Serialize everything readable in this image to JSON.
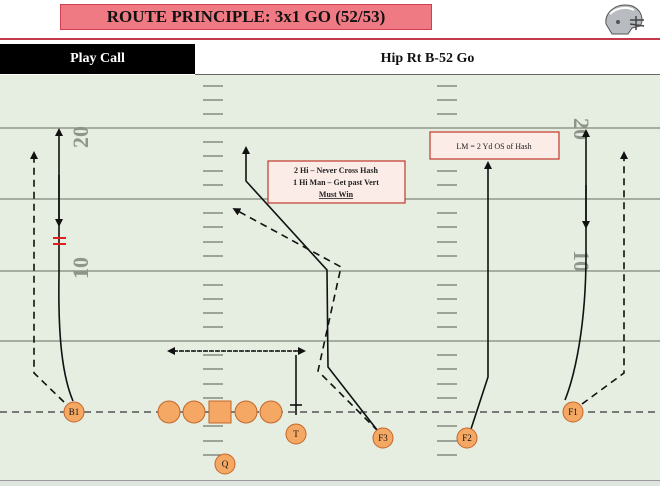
{
  "header": {
    "title": "ROUTE PRINCIPLE: 3x1 GO (52/53)"
  },
  "play": {
    "label": "Play Call",
    "value": "Hip Rt B-52 Go"
  },
  "field": {
    "yard_numbers": {
      "left_top": "20",
      "left_mid": "10",
      "right_top": "20",
      "right_mid": "10"
    },
    "notes": {
      "center_line1": "2 Hi – Never Cross Hash",
      "center_line2": "1 Hi Man – Get past Vert",
      "center_line3": "Must Win",
      "right": "LM = 2 Yd OS of Hash"
    },
    "players": {
      "b1": "B1",
      "t": "T",
      "f3": "F3",
      "f2": "F2",
      "f1": "F1",
      "q": "Q"
    },
    "colors": {
      "title_fill": "#f07a84",
      "field": "#e6ede1",
      "player_fill": "#f5a863",
      "player_stroke": "#c4662a",
      "note_stroke": "#c0392b"
    }
  }
}
